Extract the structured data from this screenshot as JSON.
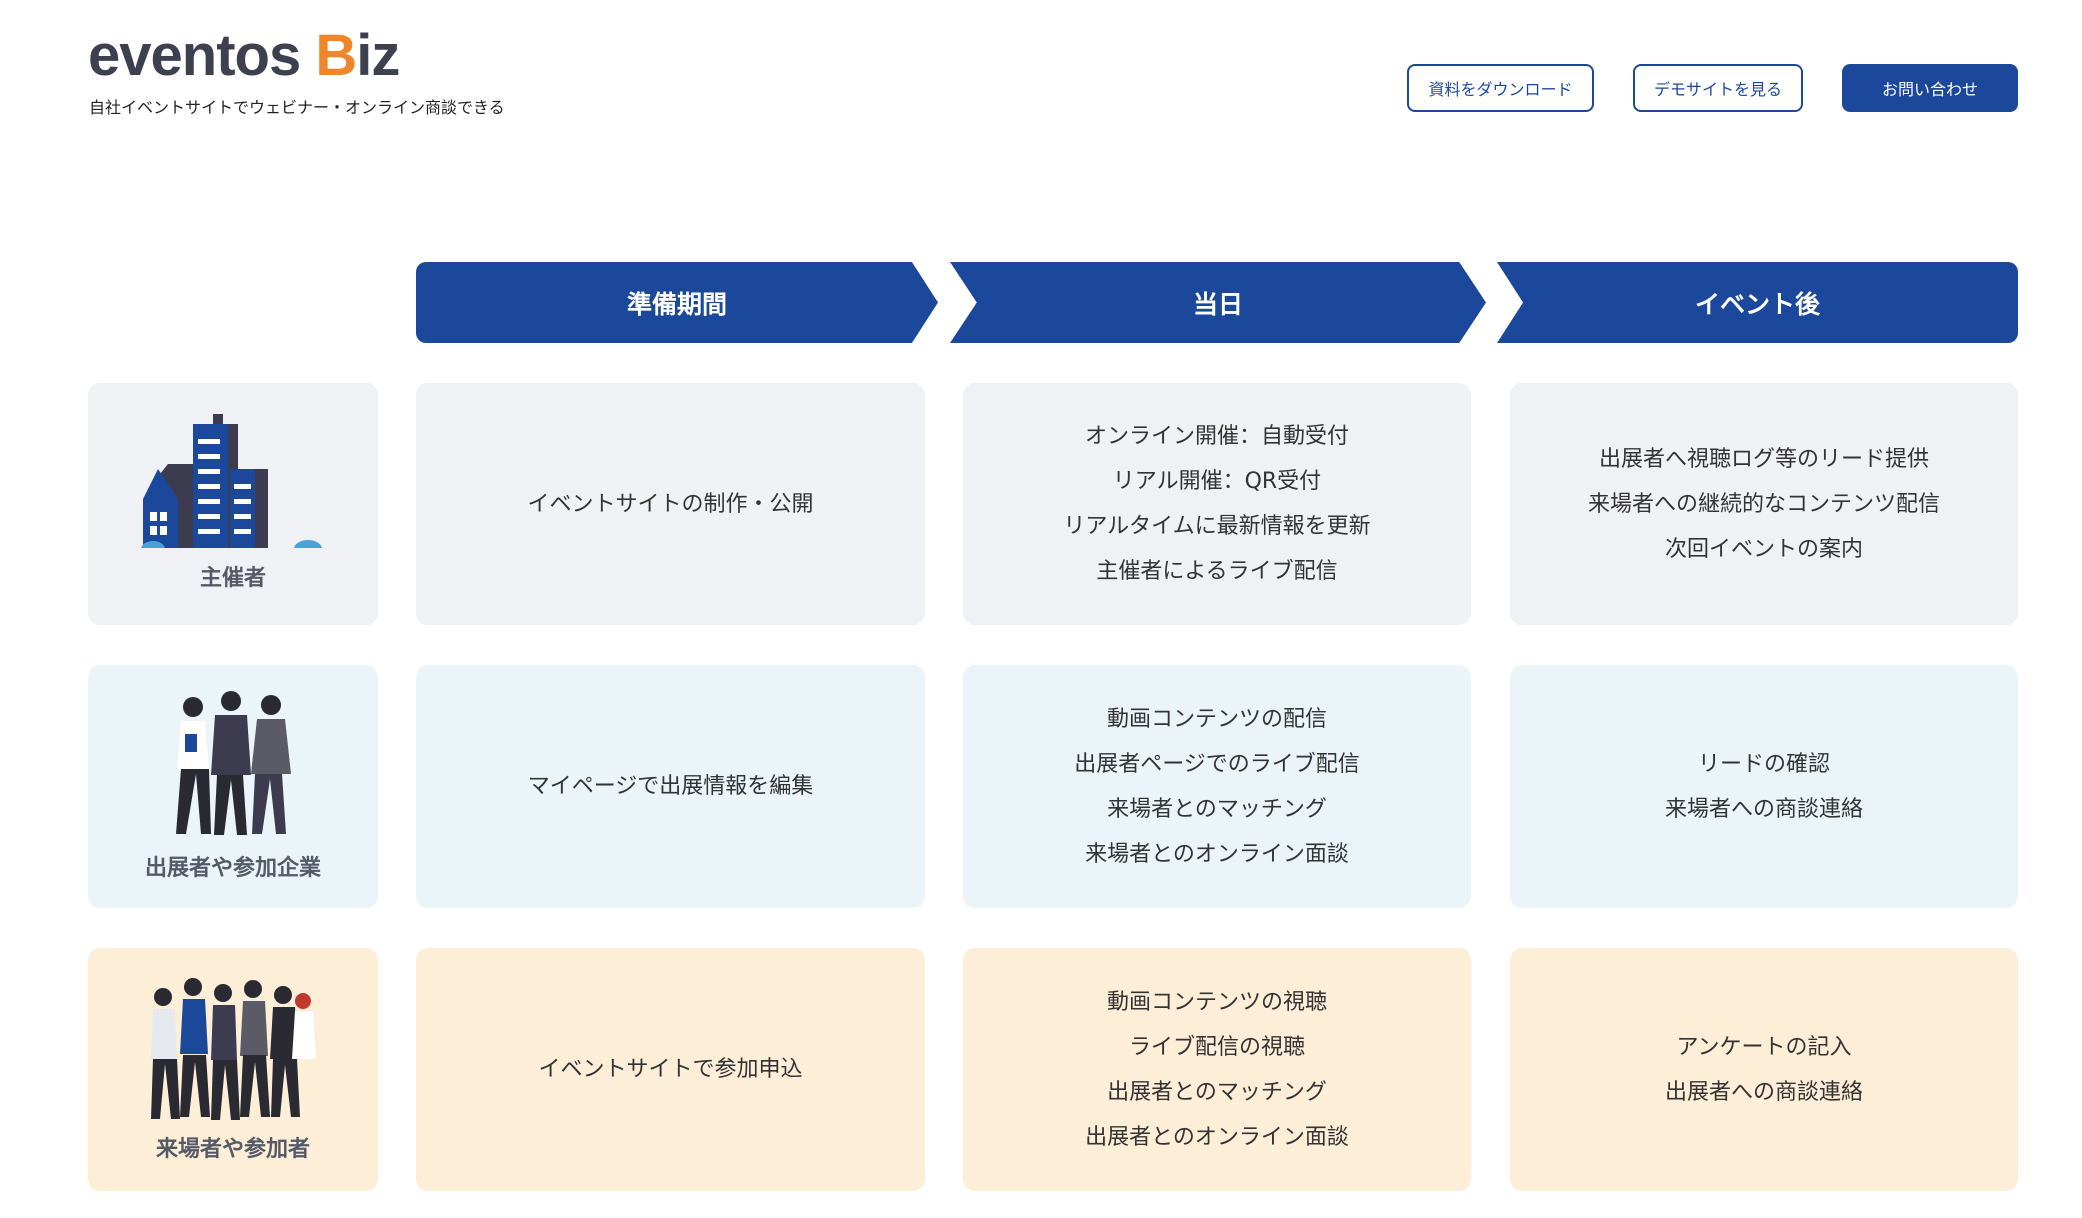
{
  "header": {
    "logo_main": "eventos",
    "logo_b": "B",
    "logo_rest": "iz",
    "tagline": "自社イベントサイトでウェビナー・オンライン商談できる",
    "buttons": [
      "資料をダウンロード",
      "デモサイトを見る",
      "お問い合わせ"
    ]
  },
  "phases": [
    "準備期間",
    "当日",
    "イベント後"
  ],
  "rows": [
    {
      "role": "主催者",
      "cells": [
        [
          "イベントサイトの制作・公開"
        ],
        [
          "オンライン開催：自動受付",
          "リアル開催：QR受付",
          "リアルタイムに最新情報を更新",
          "主催者によるライブ配信"
        ],
        [
          "出展者へ視聴ログ等のリード提供",
          "来場者への継続的なコンテンツ配信",
          "次回イベントの案内"
        ]
      ]
    },
    {
      "role": "出展者や参加企業",
      "cells": [
        [
          "マイページで出展情報を編集"
        ],
        [
          "動画コンテンツの配信",
          "出展者ページでのライブ配信",
          "来場者とのマッチング",
          "来場者とのオンライン面談"
        ],
        [
          "リードの確認",
          "来場者への商談連絡"
        ]
      ]
    },
    {
      "role": "来場者や参加者",
      "cells": [
        [
          "イベントサイトで参加申込"
        ],
        [
          "動画コンテンツの視聴",
          "ライブ配信の視聴",
          "出展者とのマッチング",
          "出展者とのオンライン面談"
        ],
        [
          "アンケートの記入",
          "出展者への商談連絡"
        ]
      ]
    }
  ],
  "colors": {
    "brand": "#1c489c",
    "accent": "#f0862a"
  }
}
